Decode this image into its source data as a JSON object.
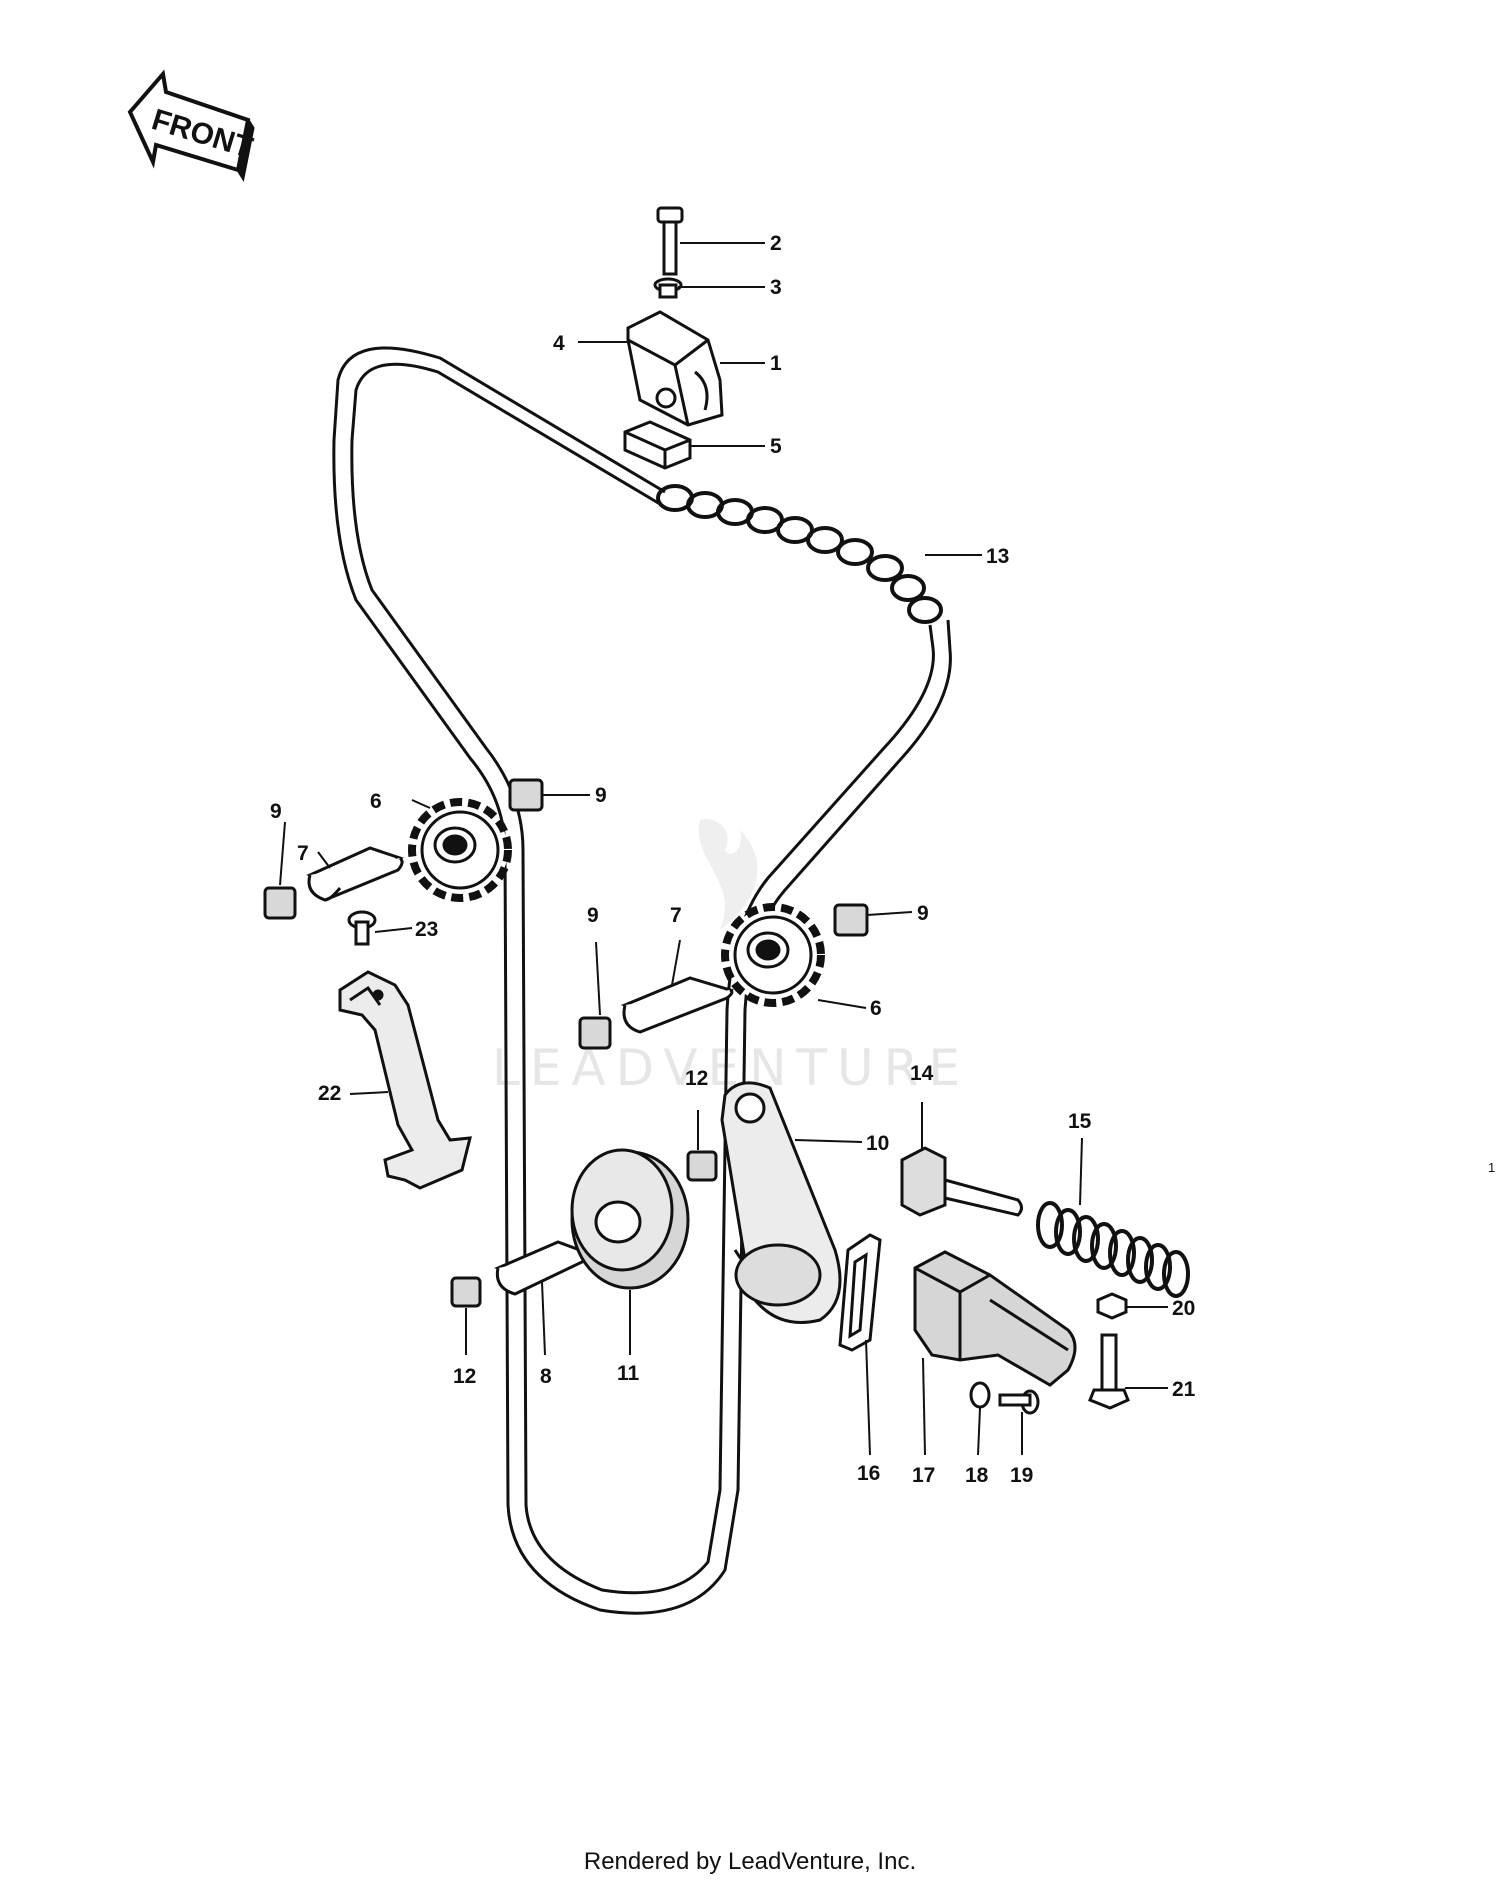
{
  "front_indicator": {
    "label": "FRONT",
    "icon": "front-arrow-icon"
  },
  "watermark": "LEADVENTURE",
  "footer_credit": "Rendered by LeadVenture, Inc.",
  "side_mark": "1",
  "colors": {
    "ink": "#111111",
    "watermark": "#e6e6e6",
    "background": "#ffffff"
  },
  "parts": [
    {
      "id": "1",
      "name": "upper-guide"
    },
    {
      "id": "2",
      "name": "bolt"
    },
    {
      "id": "3",
      "name": "washer"
    },
    {
      "id": "4",
      "name": "guide-bracket"
    },
    {
      "id": "5",
      "name": "guide-plate"
    },
    {
      "id": "6",
      "name": "sprocket"
    },
    {
      "id": "7",
      "name": "shaft"
    },
    {
      "id": "8",
      "name": "shaft"
    },
    {
      "id": "9",
      "name": "rubber-damper"
    },
    {
      "id": "10",
      "name": "tensioner-arm"
    },
    {
      "id": "11",
      "name": "roller"
    },
    {
      "id": "12",
      "name": "rubber-damper"
    },
    {
      "id": "13",
      "name": "cam-chain"
    },
    {
      "id": "14",
      "name": "push-rod"
    },
    {
      "id": "15",
      "name": "spring"
    },
    {
      "id": "16",
      "name": "gasket"
    },
    {
      "id": "17",
      "name": "tensioner-body"
    },
    {
      "id": "18",
      "name": "washer"
    },
    {
      "id": "19",
      "name": "screw"
    },
    {
      "id": "20",
      "name": "nut"
    },
    {
      "id": "21",
      "name": "bolt"
    },
    {
      "id": "22",
      "name": "chain-guide"
    },
    {
      "id": "23",
      "name": "screw"
    }
  ],
  "callouts": [
    {
      "label": "2"
    },
    {
      "label": "3"
    },
    {
      "label": "4"
    },
    {
      "label": "1"
    },
    {
      "label": "5"
    },
    {
      "label": "13"
    },
    {
      "label": "9"
    },
    {
      "label": "9"
    },
    {
      "label": "6"
    },
    {
      "label": "7"
    },
    {
      "label": "23"
    },
    {
      "label": "9"
    },
    {
      "label": "7"
    },
    {
      "label": "9"
    },
    {
      "label": "6"
    },
    {
      "label": "22"
    },
    {
      "label": "12"
    },
    {
      "label": "10"
    },
    {
      "label": "14"
    },
    {
      "label": "15"
    },
    {
      "label": "12"
    },
    {
      "label": "8"
    },
    {
      "label": "11"
    },
    {
      "label": "16"
    },
    {
      "label": "17"
    },
    {
      "label": "18"
    },
    {
      "label": "19"
    },
    {
      "label": "20"
    },
    {
      "label": "21"
    }
  ]
}
